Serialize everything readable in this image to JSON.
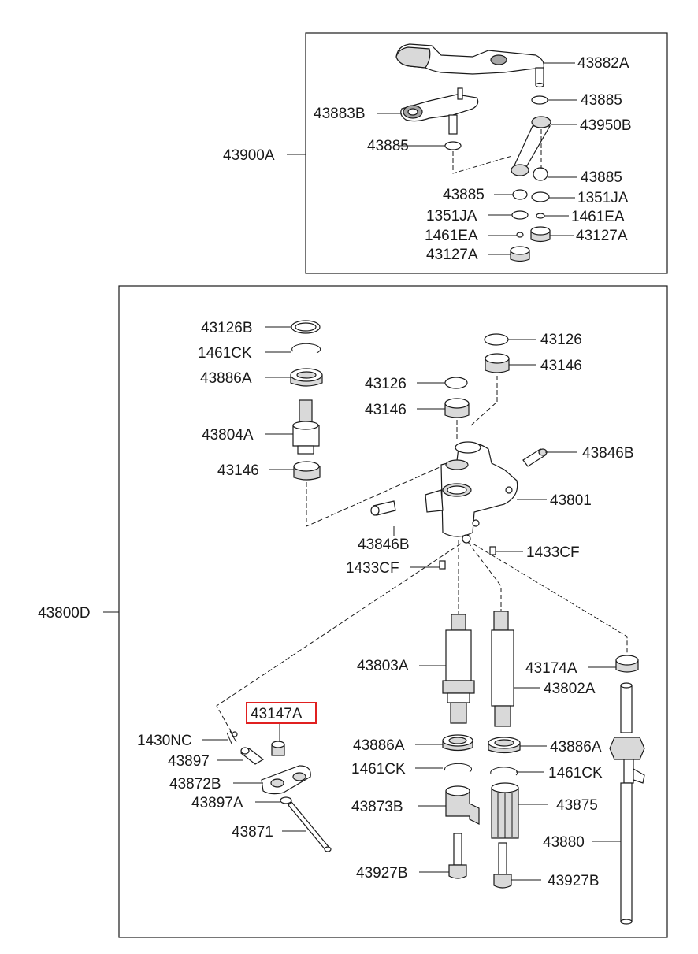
{
  "assemblies": {
    "top": "43900A",
    "main": "43800D"
  },
  "highlighted_part": "43147A",
  "labels": {
    "p43882A": "43882A",
    "p43885_a": "43885",
    "p43883B": "43883B",
    "p43950B": "43950B",
    "p43885_b": "43885",
    "p43885_c": "43885",
    "p43885_d": "43885",
    "p1351JA_r": "1351JA",
    "p1351JA_l": "1351JA",
    "p1461EA_r": "1461EA",
    "p1461EA_l": "1461EA",
    "p43127A_r": "43127A",
    "p43127A_l": "43127A",
    "p43126B": "43126B",
    "p1461CK_top": "1461CK",
    "p43886A_top": "43886A",
    "p43804A": "43804A",
    "p43146_l": "43146",
    "p43126_r": "43126",
    "p43146_r": "43146",
    "p43126_c": "43126",
    "p43146_c": "43146",
    "p43846B_r": "43846B",
    "p43801": "43801",
    "p43846B_l": "43846B",
    "p1433CF_r": "1433CF",
    "p1433CF_l": "1433CF",
    "p43803A": "43803A",
    "p43174A": "43174A",
    "p43802A": "43802A",
    "p43147A": "43147A",
    "p1430NC": "1430NC",
    "p43897": "43897",
    "p43872B": "43872B",
    "p43897A": "43897A",
    "p43871": "43871",
    "p43886A_bl": "43886A",
    "p43886A_br": "43886A",
    "p1461CK_bl": "1461CK",
    "p1461CK_br": "1461CK",
    "p43873B": "43873B",
    "p43875": "43875",
    "p43880": "43880",
    "p43927B_l": "43927B",
    "p43927B_r": "43927B"
  },
  "colors": {
    "line": "#1a1a1a",
    "highlight": "#e02020",
    "part_shade": "#d9d9d9"
  }
}
